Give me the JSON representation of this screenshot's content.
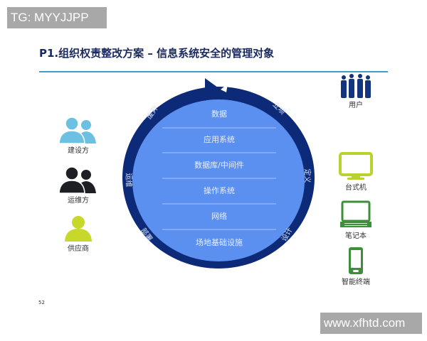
{
  "watermarks": {
    "top_left": "TG: MYYJJPP",
    "bottom_right": "www.xfhtd.com"
  },
  "slide": {
    "title": "P1.组织权责整改方案 – 信息系统安全的管理对象",
    "page_number": "52",
    "colors": {
      "title": "#1b2a5e",
      "rule": "#3aa0c8",
      "ring": "#0d2a78",
      "disc": "#5b8ff0",
      "divider": "#a9c6ff"
    }
  },
  "cycle": {
    "arrow_direction": "clockwise",
    "stages": [
      {
        "label": "立项",
        "position": "upper-right"
      },
      {
        "label": "定义",
        "position": "right"
      },
      {
        "label": "设计",
        "position": "lower-right"
      },
      {
        "label": "部署",
        "position": "lower-left"
      },
      {
        "label": "运维",
        "position": "left"
      },
      {
        "label": "废弃",
        "position": "upper-left"
      }
    ]
  },
  "layers": [
    {
      "label": "数据"
    },
    {
      "label": "应用系统"
    },
    {
      "label": "数据库/中间件"
    },
    {
      "label": "操作系统"
    },
    {
      "label": "网络"
    },
    {
      "label": "场地基础设施"
    }
  ],
  "left_actors": [
    {
      "label": "建设方",
      "icon": "two-people-icon",
      "color": "#6cc0e2"
    },
    {
      "label": "运维方",
      "icon": "two-people-icon",
      "color": "#1e1f24"
    },
    {
      "label": "供应商",
      "icon": "person-icon",
      "color": "#c7d82a"
    }
  ],
  "right_actors": [
    {
      "label": "用户",
      "icon": "group-people-icon",
      "color": "#13347e"
    },
    {
      "label": "台式机",
      "icon": "desktop-monitor-icon",
      "color": "#b9d22d"
    },
    {
      "label": "笔记本",
      "icon": "laptop-icon",
      "color": "#3f8f3a"
    },
    {
      "label": "智能终端",
      "icon": "smartphone-icon",
      "color": "#3f8f3a"
    }
  ]
}
